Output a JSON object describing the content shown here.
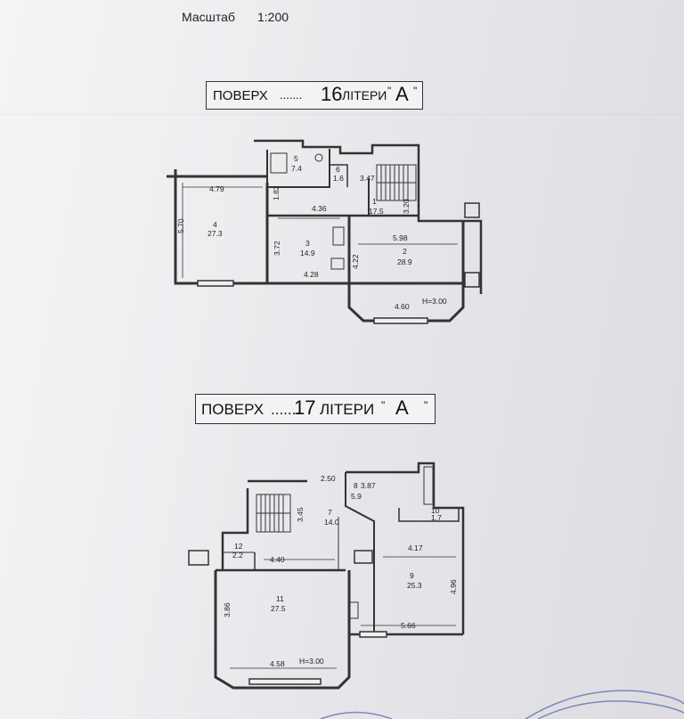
{
  "header": {
    "scale_label": "Масштаб",
    "scale_value": "1:200"
  },
  "floors": [
    {
      "prefix": "ПОВЕРХ",
      "dots": ".......",
      "number": "16",
      "mid": "ЛІТЕРИ",
      "q_open": "\"",
      "letter": "А",
      "q_close": "\"",
      "height_label": "H=3.00",
      "rooms": [
        {
          "num": "5",
          "area": "7.4"
        },
        {
          "num": "6",
          "area": "1.6"
        },
        {
          "num": "1",
          "area": "17.5"
        },
        {
          "num": "4",
          "area": "27.3"
        },
        {
          "num": "3",
          "area": "14.9"
        },
        {
          "num": "2",
          "area": "28.9"
        }
      ],
      "dims": [
        "4.79",
        "5.70",
        "1.82",
        "3.47",
        "4.36",
        "3.20",
        "3.72",
        "4.28",
        "5.98",
        "4.22",
        "4.60"
      ]
    },
    {
      "prefix": "ПОВЕРХ",
      "dots": ".......",
      "number": "17",
      "mid": "ЛІТЕРИ",
      "q_open": "\"",
      "letter": "А",
      "q_close": "\"",
      "height_label": "H=3.00",
      "rooms": [
        {
          "num": "8",
          "area": "5.9"
        },
        {
          "num": "7",
          "area": "14.0"
        },
        {
          "num": "10",
          "area": "1.7"
        },
        {
          "num": "12",
          "area": "2.2"
        },
        {
          "num": "9",
          "area": "25.3"
        },
        {
          "num": "11",
          "area": "27.5"
        }
      ],
      "dims": [
        "2.50",
        "3.87",
        "3.45",
        "4.17",
        "4.40",
        "4.96",
        "3.86",
        "5.66",
        "4.58"
      ]
    }
  ]
}
